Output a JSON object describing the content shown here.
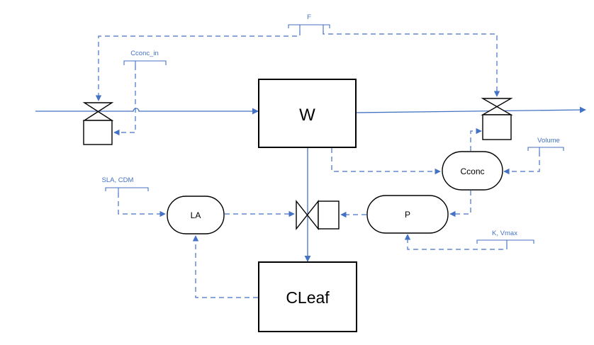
{
  "diagram": {
    "type": "flow-diagram",
    "colors": {
      "flow": "#4472c4",
      "signal": "#4472c4",
      "outline": "#000000"
    },
    "stocks": {
      "w": {
        "label": "W"
      },
      "cleaf": {
        "label": "CLeaf"
      }
    },
    "auxiliaries": {
      "cconc": {
        "label": "Cconc"
      },
      "p": {
        "label": "P"
      },
      "la": {
        "label": "LA"
      }
    },
    "parameters": {
      "f": {
        "label": "F"
      },
      "cconc_in": {
        "label": "Cconc_in"
      },
      "volume": {
        "label": "Volume"
      },
      "sla_cdm": {
        "label": "SLA, CDM"
      },
      "k_vmax": {
        "label": "K, Vmax"
      }
    },
    "valves": [
      {
        "id": "inflow-valve",
        "controlled_by": [
          "F",
          "Cconc_in"
        ]
      },
      {
        "id": "outflow-valve",
        "controlled_by": [
          "F",
          "Cconc"
        ]
      },
      {
        "id": "uptake-valve",
        "controlled_by": [
          "LA",
          "P"
        ]
      }
    ],
    "links": [
      {
        "from": "F",
        "to": "inflow-valve"
      },
      {
        "from": "F",
        "to": "outflow-valve"
      },
      {
        "from": "Cconc_in",
        "to": "inflow-valve"
      },
      {
        "from": "W",
        "to": "Cconc"
      },
      {
        "from": "Volume",
        "to": "Cconc"
      },
      {
        "from": "Cconc",
        "to": "outflow-valve"
      },
      {
        "from": "Cconc",
        "to": "P"
      },
      {
        "from": "K, Vmax",
        "to": "P"
      },
      {
        "from": "P",
        "to": "uptake-valve"
      },
      {
        "from": "SLA, CDM",
        "to": "LA"
      },
      {
        "from": "LA",
        "to": "uptake-valve"
      },
      {
        "from": "CLeaf",
        "to": "LA"
      }
    ],
    "flows": [
      {
        "from": "source",
        "to": "W"
      },
      {
        "from": "W",
        "to": "sink"
      },
      {
        "from": "W",
        "to": "CLeaf"
      }
    ]
  }
}
